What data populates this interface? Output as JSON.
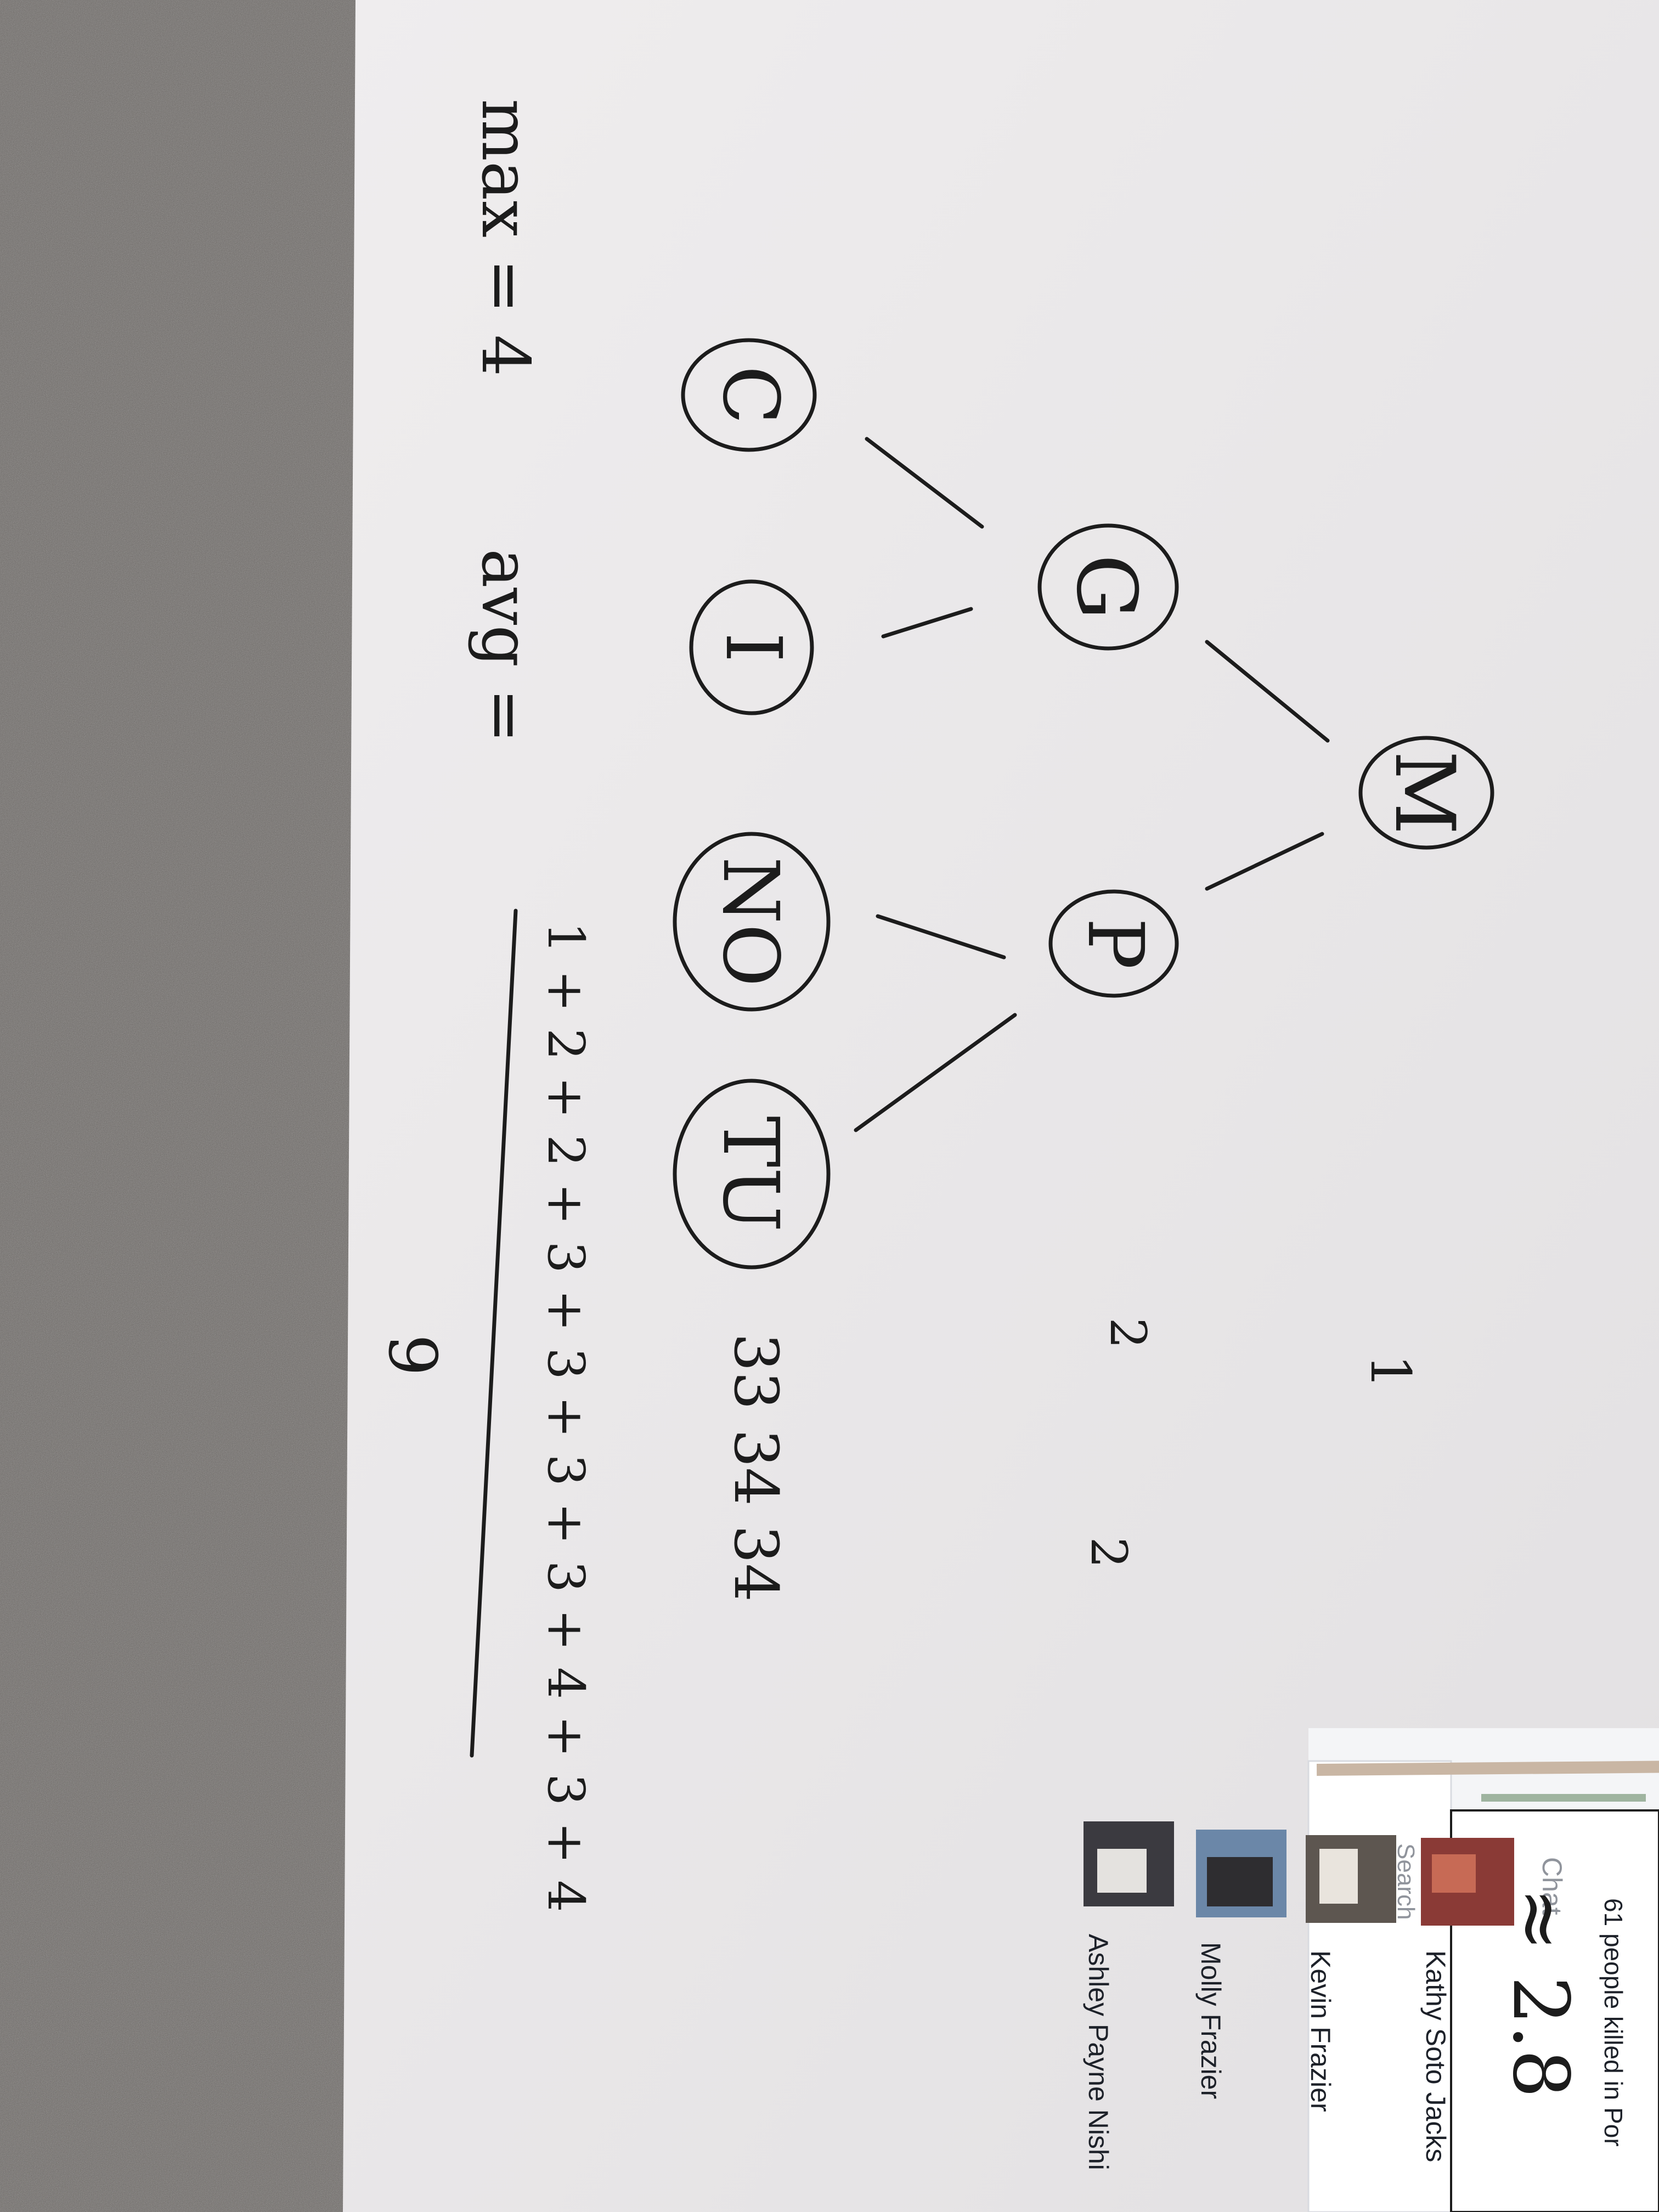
{
  "paper": {
    "nodes": {
      "m": "M",
      "g": "G",
      "p": "P",
      "c": "C",
      "i": "I",
      "no": "NO",
      "tu": "TU"
    },
    "level_labels": {
      "level1": "1",
      "level2a": "2",
      "level2b": "2"
    },
    "leaf_depths": "33 34 34",
    "max_label": "max = 4",
    "avg_label": "avg =",
    "numerator": "1 + 2 + 2 + 3 + 3 + 3 + 3 + 4 + 3 + 4",
    "denominator": "9",
    "result": "≈ 2.8"
  },
  "screen": {
    "headline_partial": "61 people killed in Por",
    "chat_title": "Chat",
    "search_label": "Search",
    "contacts": [
      {
        "name": "Kathy Soto Jacks"
      },
      {
        "name": "Kevin Frazier"
      },
      {
        "name": "Molly Frazier"
      },
      {
        "name": "Ashley Payne Nishi"
      }
    ]
  },
  "colors": {
    "desk": "#6e6a67",
    "paper": "#ebe9ea",
    "ink": "#1c1c1c",
    "screen_bg": "#ffffff",
    "link_blue": "#365899"
  }
}
